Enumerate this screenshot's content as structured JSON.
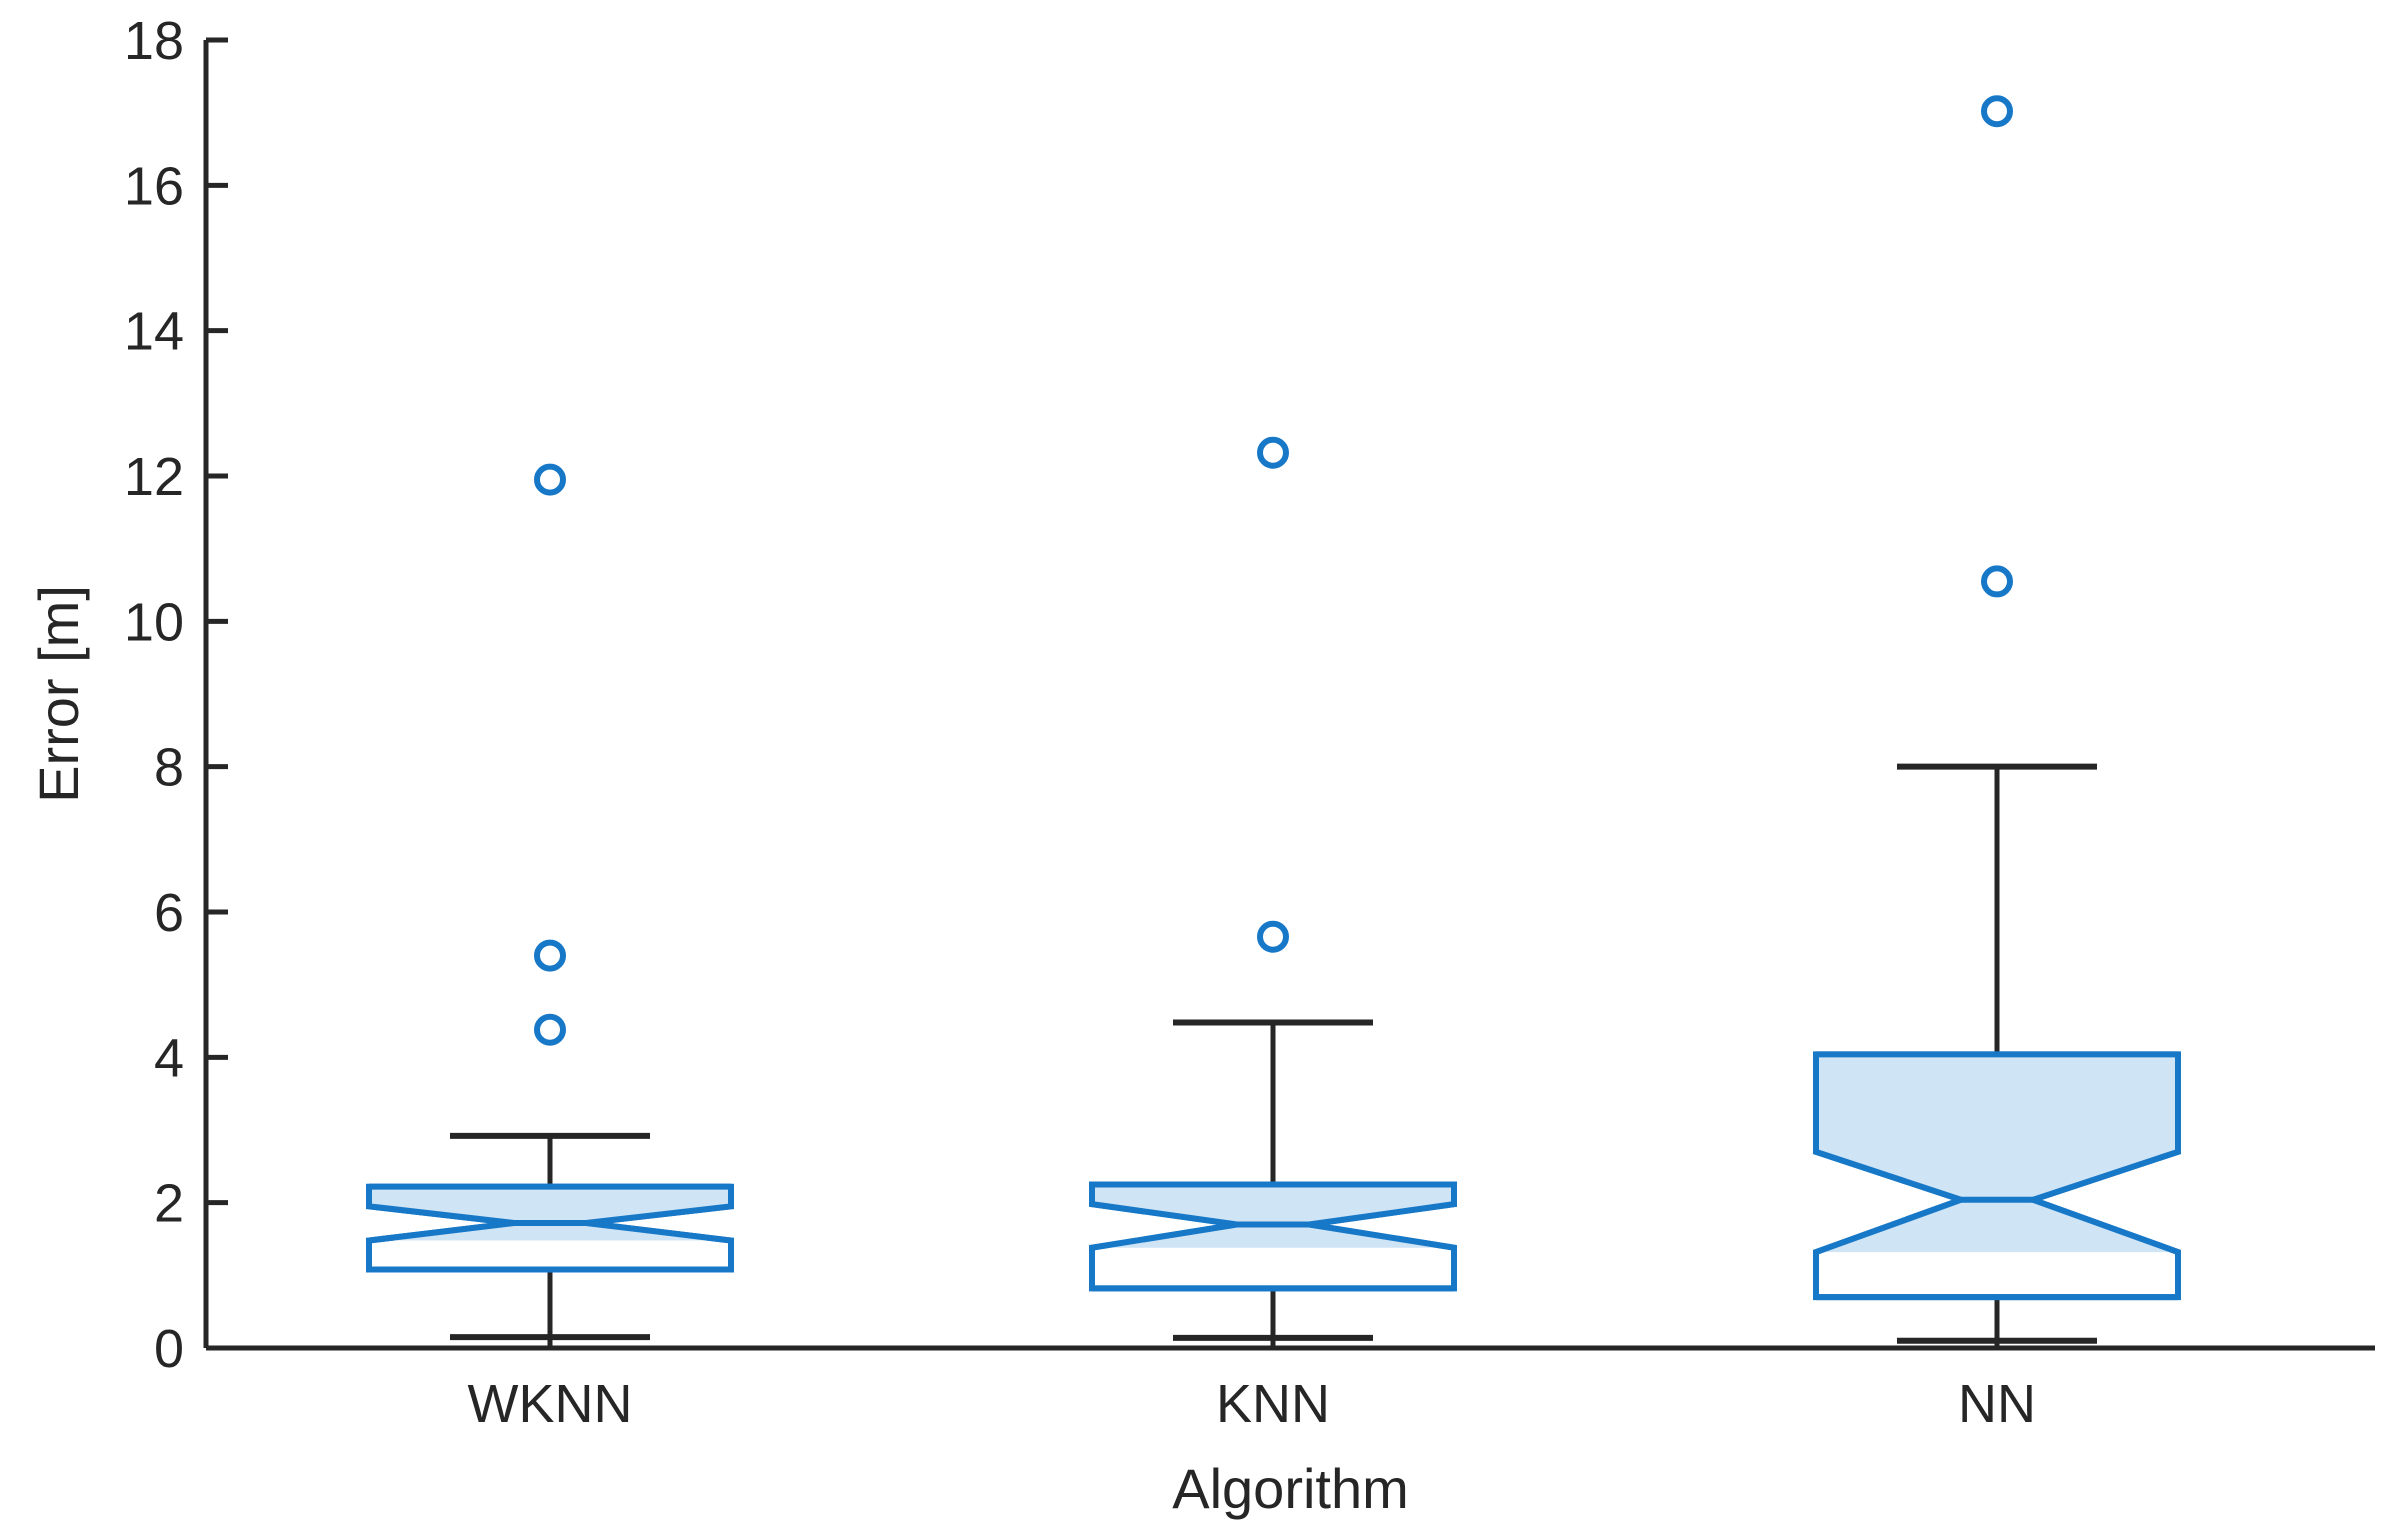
{
  "chart_data": {
    "type": "box",
    "title": "",
    "xlabel": "Algorithm",
    "ylabel": "Error [m]",
    "ylim": [
      0,
      18
    ],
    "yticks": [
      0,
      2,
      4,
      6,
      8,
      10,
      12,
      14,
      16,
      18
    ],
    "ytick_labels": [
      "0",
      "2",
      "4",
      "6",
      "8",
      "10",
      "12",
      "14",
      "16",
      "18"
    ],
    "categories": [
      "WKNN",
      "KNN",
      "NN"
    ],
    "grid": false,
    "legend": "none",
    "notched": true,
    "colors": {
      "box_edge": "#1878c8",
      "box_fill": "#cfe4f5",
      "whisker": "#262626",
      "outlier": "#1878c8",
      "axis": "#262626",
      "background": "#ffffff"
    },
    "boxes": [
      {
        "label": "WKNN",
        "whisker_low": 0.15,
        "q1": 1.08,
        "notch_low": 1.48,
        "median": 1.72,
        "notch_high": 1.95,
        "q3": 2.22,
        "whisker_high": 2.92,
        "outliers": [
          11.95,
          5.4,
          4.38
        ]
      },
      {
        "label": "KNN",
        "whisker_low": 0.14,
        "q1": 0.82,
        "notch_low": 1.38,
        "median": 1.7,
        "notch_high": 1.98,
        "q3": 2.25,
        "whisker_high": 4.48,
        "outliers": [
          12.32,
          5.66
        ]
      },
      {
        "label": "NN",
        "whisker_low": 0.1,
        "q1": 0.7,
        "notch_low": 1.32,
        "median": 2.04,
        "notch_high": 2.7,
        "q3": 4.04,
        "whisker_high": 8.0,
        "outliers": [
          17.02,
          10.55
        ]
      }
    ]
  },
  "axes": {
    "y_tick_0": "0",
    "y_tick_2": "2",
    "y_tick_4": "4",
    "y_tick_6": "6",
    "y_tick_8": "8",
    "y_tick_10": "10",
    "y_tick_12": "12",
    "y_tick_14": "14",
    "y_tick_16": "16",
    "y_tick_18": "18",
    "x_cat_0": "WKNN",
    "x_cat_1": "KNN",
    "x_cat_2": "NN",
    "x_title": "Algorithm",
    "y_title": "Error [m]"
  }
}
